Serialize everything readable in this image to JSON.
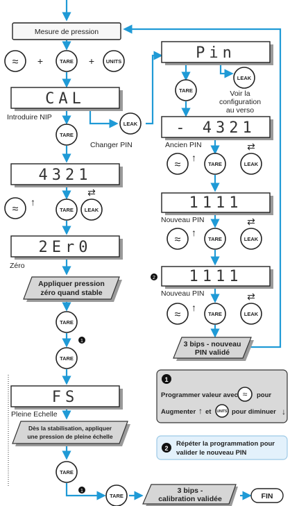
{
  "measure_box": "Mesure de pression",
  "plus": "+",
  "buttons": {
    "tare": "TARE",
    "units": "UNITS",
    "leak": "LEAK",
    "fin": "FIN"
  },
  "displays": {
    "pin": "Pin",
    "cal": "CAL",
    "pin_code": "4321",
    "old_pin": "- 4321",
    "new1": "1111",
    "new2": "1111",
    "zero": "2Er0",
    "fs": "FS"
  },
  "labels": {
    "introduire": "Introduire NIP",
    "changer": "Changer PIN",
    "voir1": "Voir la",
    "voir2": "configuration",
    "voir3": "au verso",
    "ancien": "Ancien PIN",
    "nouveau1": "Nouveau PIN",
    "nouveau2": "Nouveau PIN",
    "zero": "Zéro",
    "pleine": "Pleine Echelle"
  },
  "steps": {
    "appliquer_zero_1": "Appliquer pression",
    "appliquer_zero_2": "zéro quand stable",
    "bips_pin_1": "3 bips - nouveau",
    "bips_pin_2": "PIN validé",
    "stab_1": "Dès la stabilisation, appliquer",
    "stab_2": "une pression de pleine échelle",
    "bips_cal_1": "3 bips -",
    "bips_cal_2": "calibration validée"
  },
  "notes": {
    "n1_marker": "1",
    "n1_line1": "Programmer valeur avec",
    "n1_line1b": "pour",
    "n1_line2a": "Augmenter",
    "n1_line2b": "et",
    "n1_line2c": "pour diminuer",
    "n2_marker": "2",
    "n2_line1": "Répéter la programmation pour",
    "n2_line2": "valider le nouveau PIN"
  },
  "markers": {
    "m1": "1",
    "m2": "2"
  },
  "colors": {
    "arrow": "#1f9ad6",
    "shadow": "#9a9a9a",
    "note_gray": "#d9d9d9",
    "note_blue": "#e3f1fb"
  }
}
